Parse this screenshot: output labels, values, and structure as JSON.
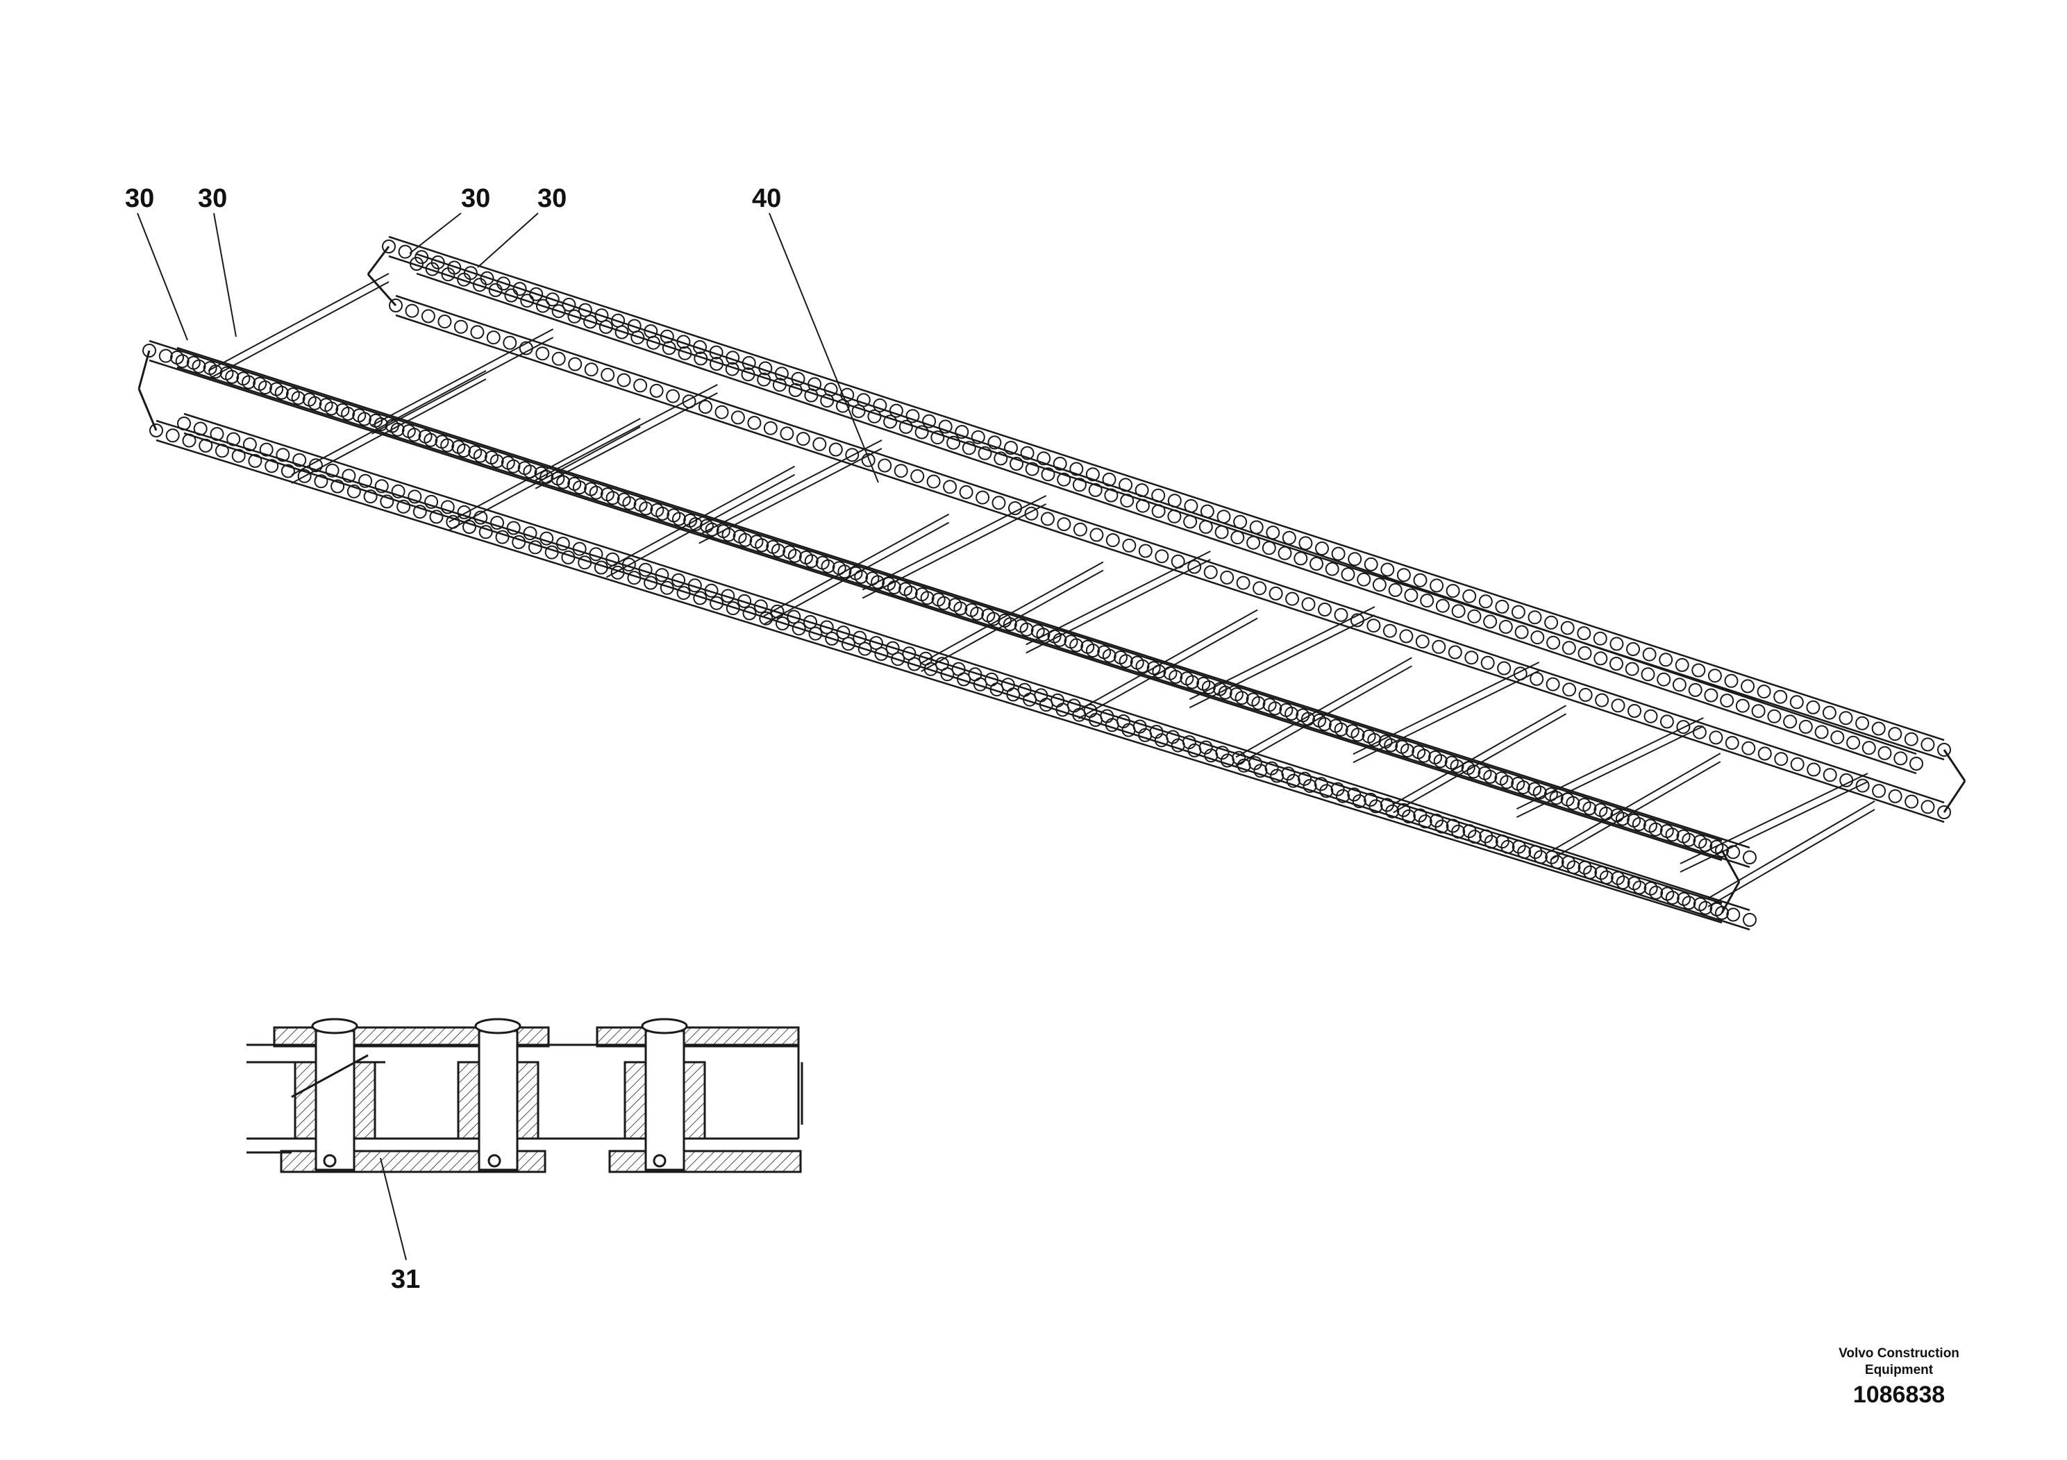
{
  "callouts": {
    "c1": "30",
    "c2": "30",
    "c3": "30",
    "c4": "30",
    "c5": "40",
    "c6": "31"
  },
  "footer": {
    "brand_line1": "Volvo Construction",
    "brand_line2": "Equipment",
    "drawing_number": "1086838"
  },
  "icons": {
    "main": "roller-chain-conveyor-icon",
    "detail": "chain-link-section-icon"
  }
}
